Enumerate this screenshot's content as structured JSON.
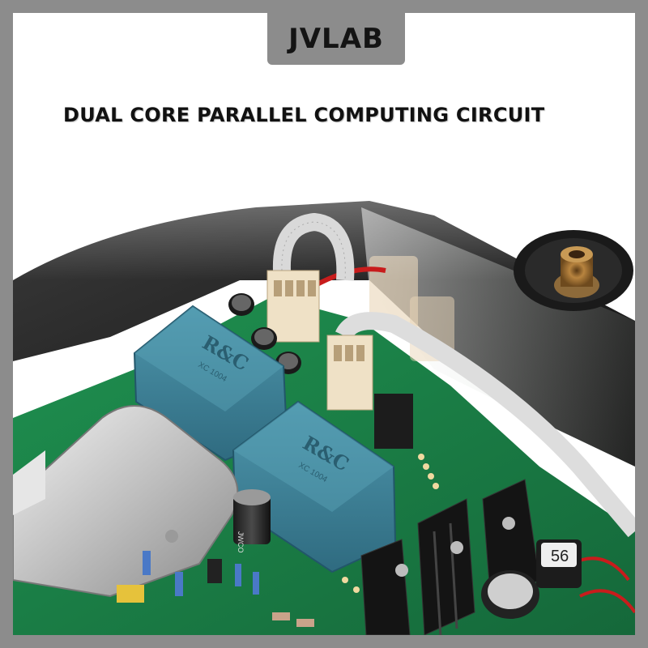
{
  "brand": {
    "logo_text": "JVLAB"
  },
  "headline": "DUAL CORE PARALLEL COMPUTING CIRCUIT",
  "components": {
    "capacitor_top_marking": "R&C",
    "capacitor_top_code": "XC 1004",
    "capacitor_bottom_marking": "R&C",
    "capacitor_bottom_code": "XC 1004",
    "inductor_marking": "56",
    "electrolytic_marking": "JWCO"
  },
  "colors": {
    "frame": "#8c8c8c",
    "pcb_green": "#1e8a4a",
    "capacitor_blue": "#3d7f96",
    "heatsink": "#151515"
  }
}
